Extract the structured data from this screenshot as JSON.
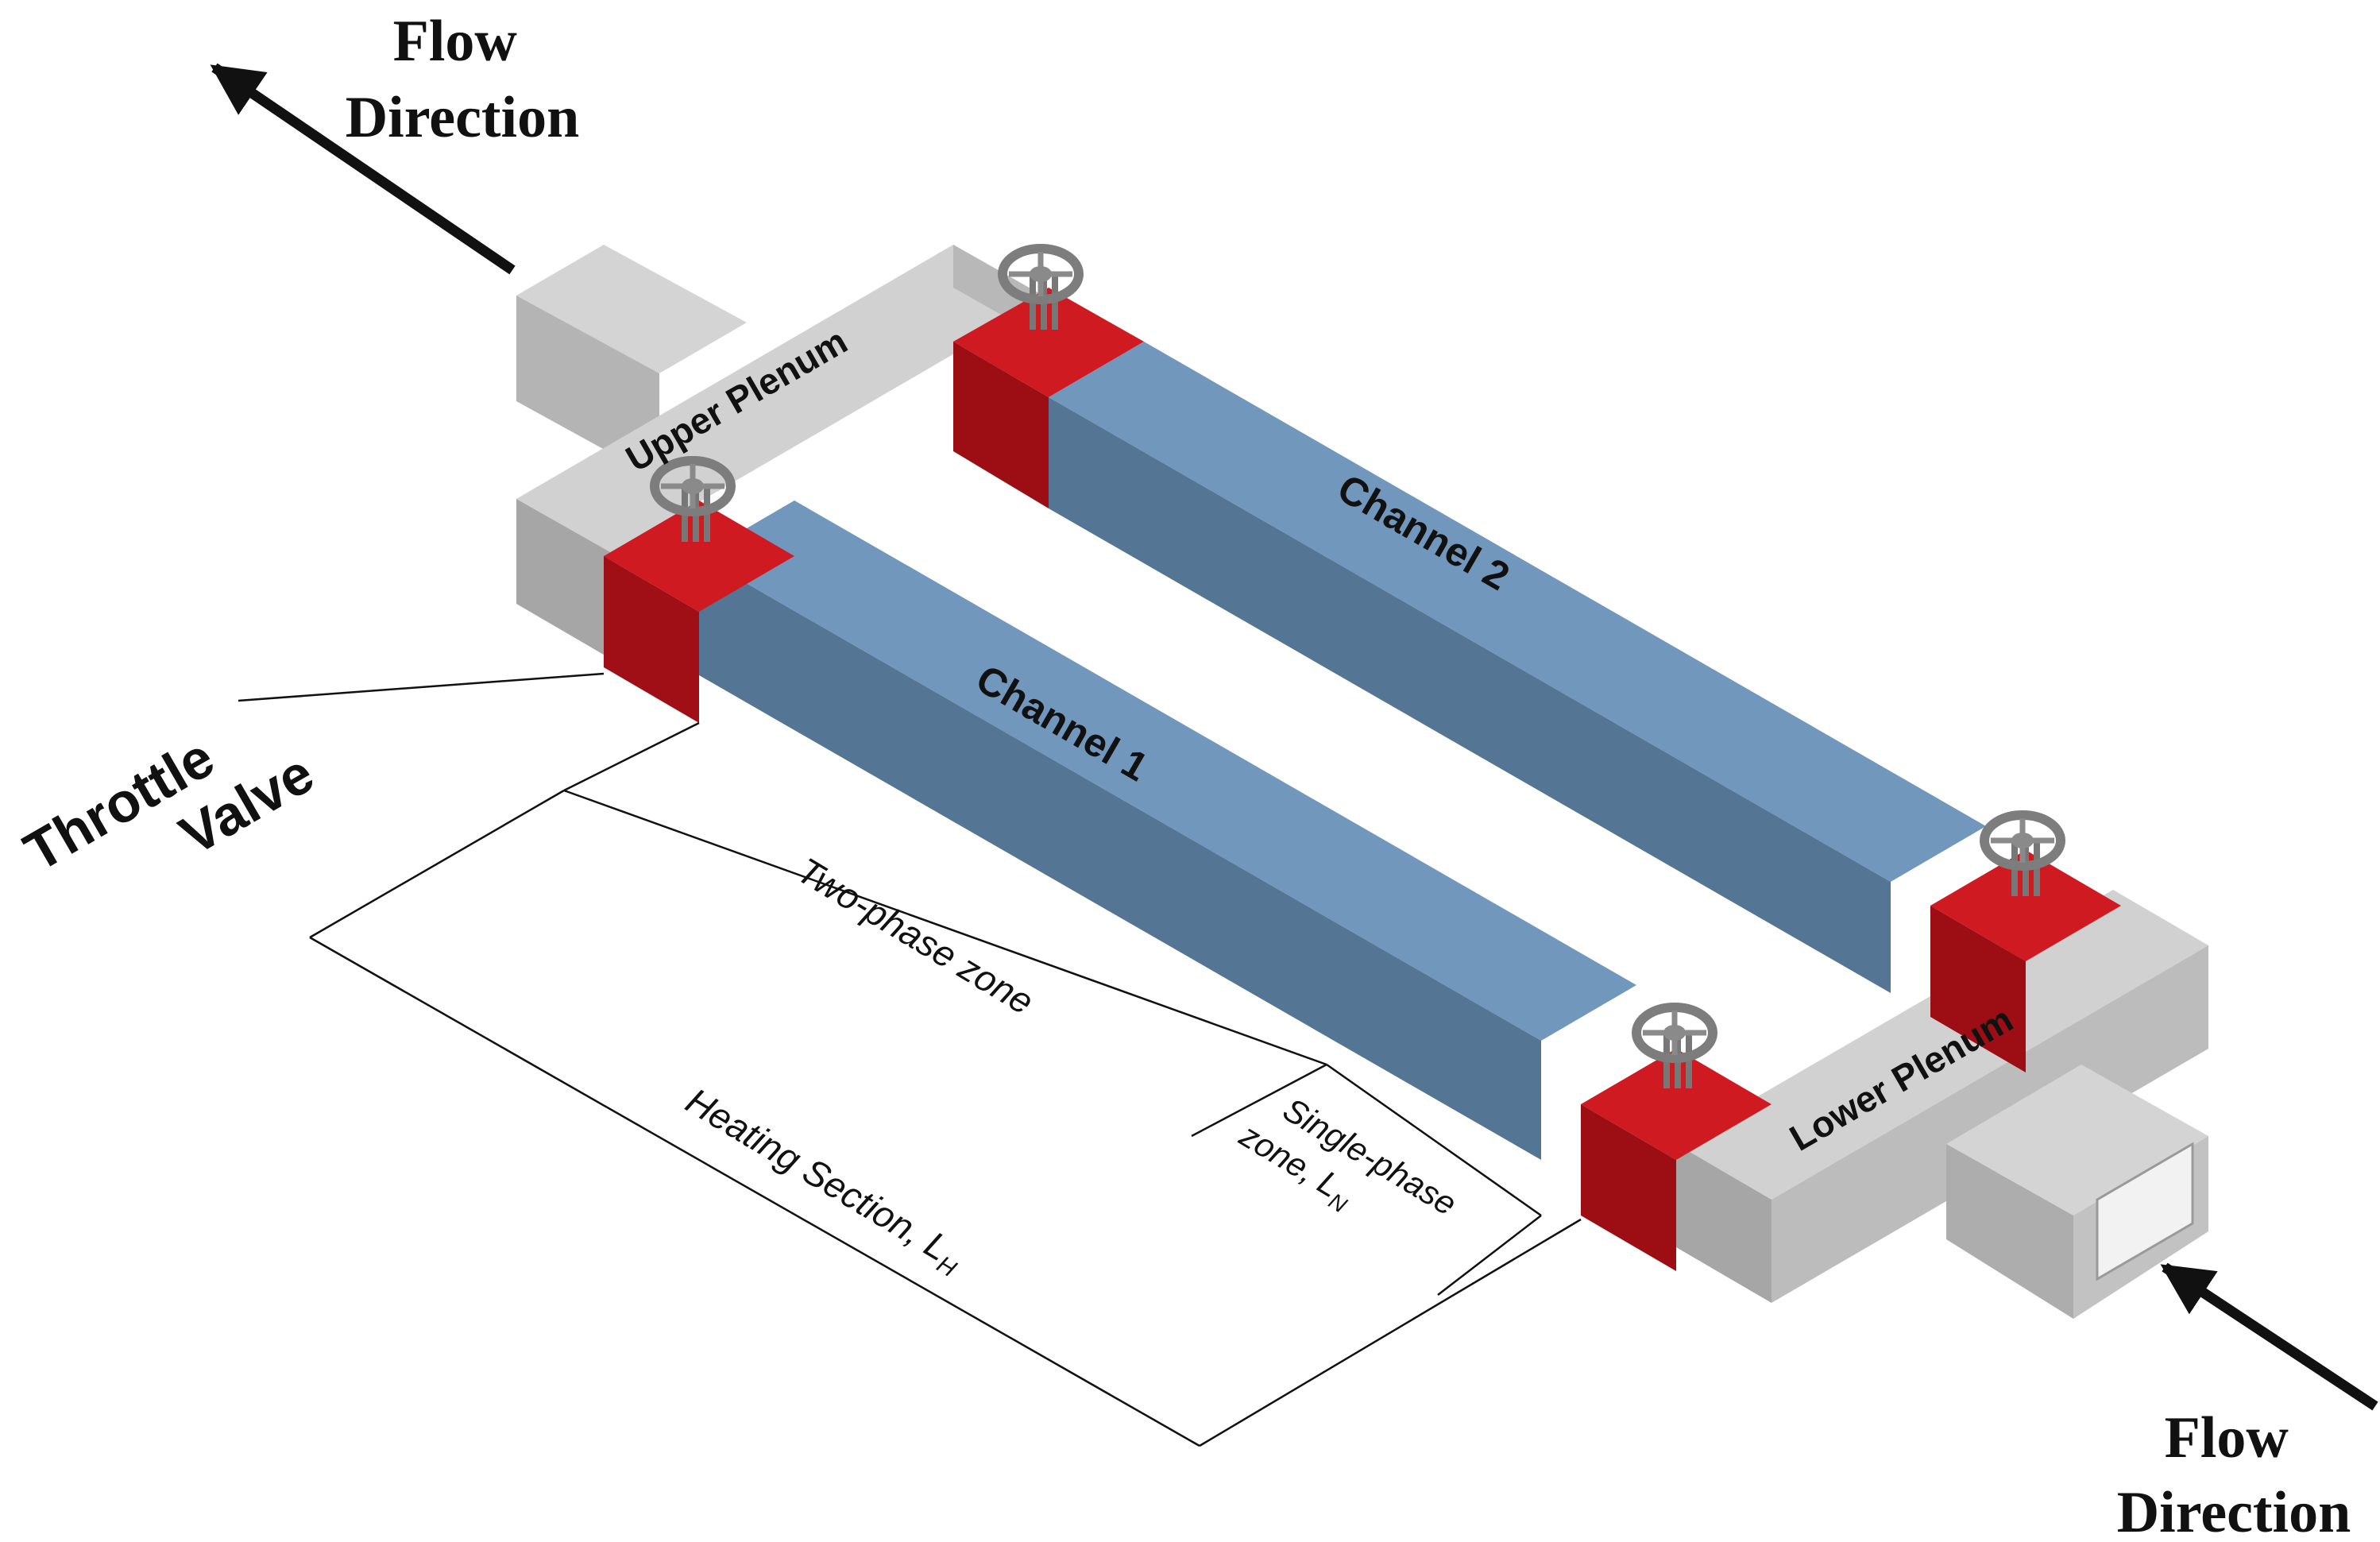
{
  "diagram": {
    "flow_out": {
      "line1": "Flow",
      "line2": "Direction"
    },
    "flow_in": {
      "line1": "Flow",
      "line2": "Direction"
    },
    "upper_plenum": "Upper Plenum",
    "lower_plenum": "Lower Plenum",
    "channel_1": "Channel 1",
    "channel_2": "Channel 2",
    "throttle_valve": {
      "line1": "Throttle",
      "line2": "Valve"
    },
    "two_phase_zone": "Two-phase zone",
    "single_phase_zone": {
      "line1": "Single-phase",
      "line2": "zone, L",
      "line2_sub": "N"
    },
    "heating_section": {
      "text": "Heating Section, L",
      "sub": "H"
    }
  },
  "colors": {
    "plenum_top": "#cfcfcf",
    "plenum_side": "#b9b9b9",
    "plenum_front": "#a3a3a3",
    "channel_top": "#6f93b8",
    "channel_side": "#4f6e8d",
    "valve_red": "#c8161d",
    "valve_dark_red": "#8e0c11",
    "valve_wheel": "#8a8a8a"
  }
}
